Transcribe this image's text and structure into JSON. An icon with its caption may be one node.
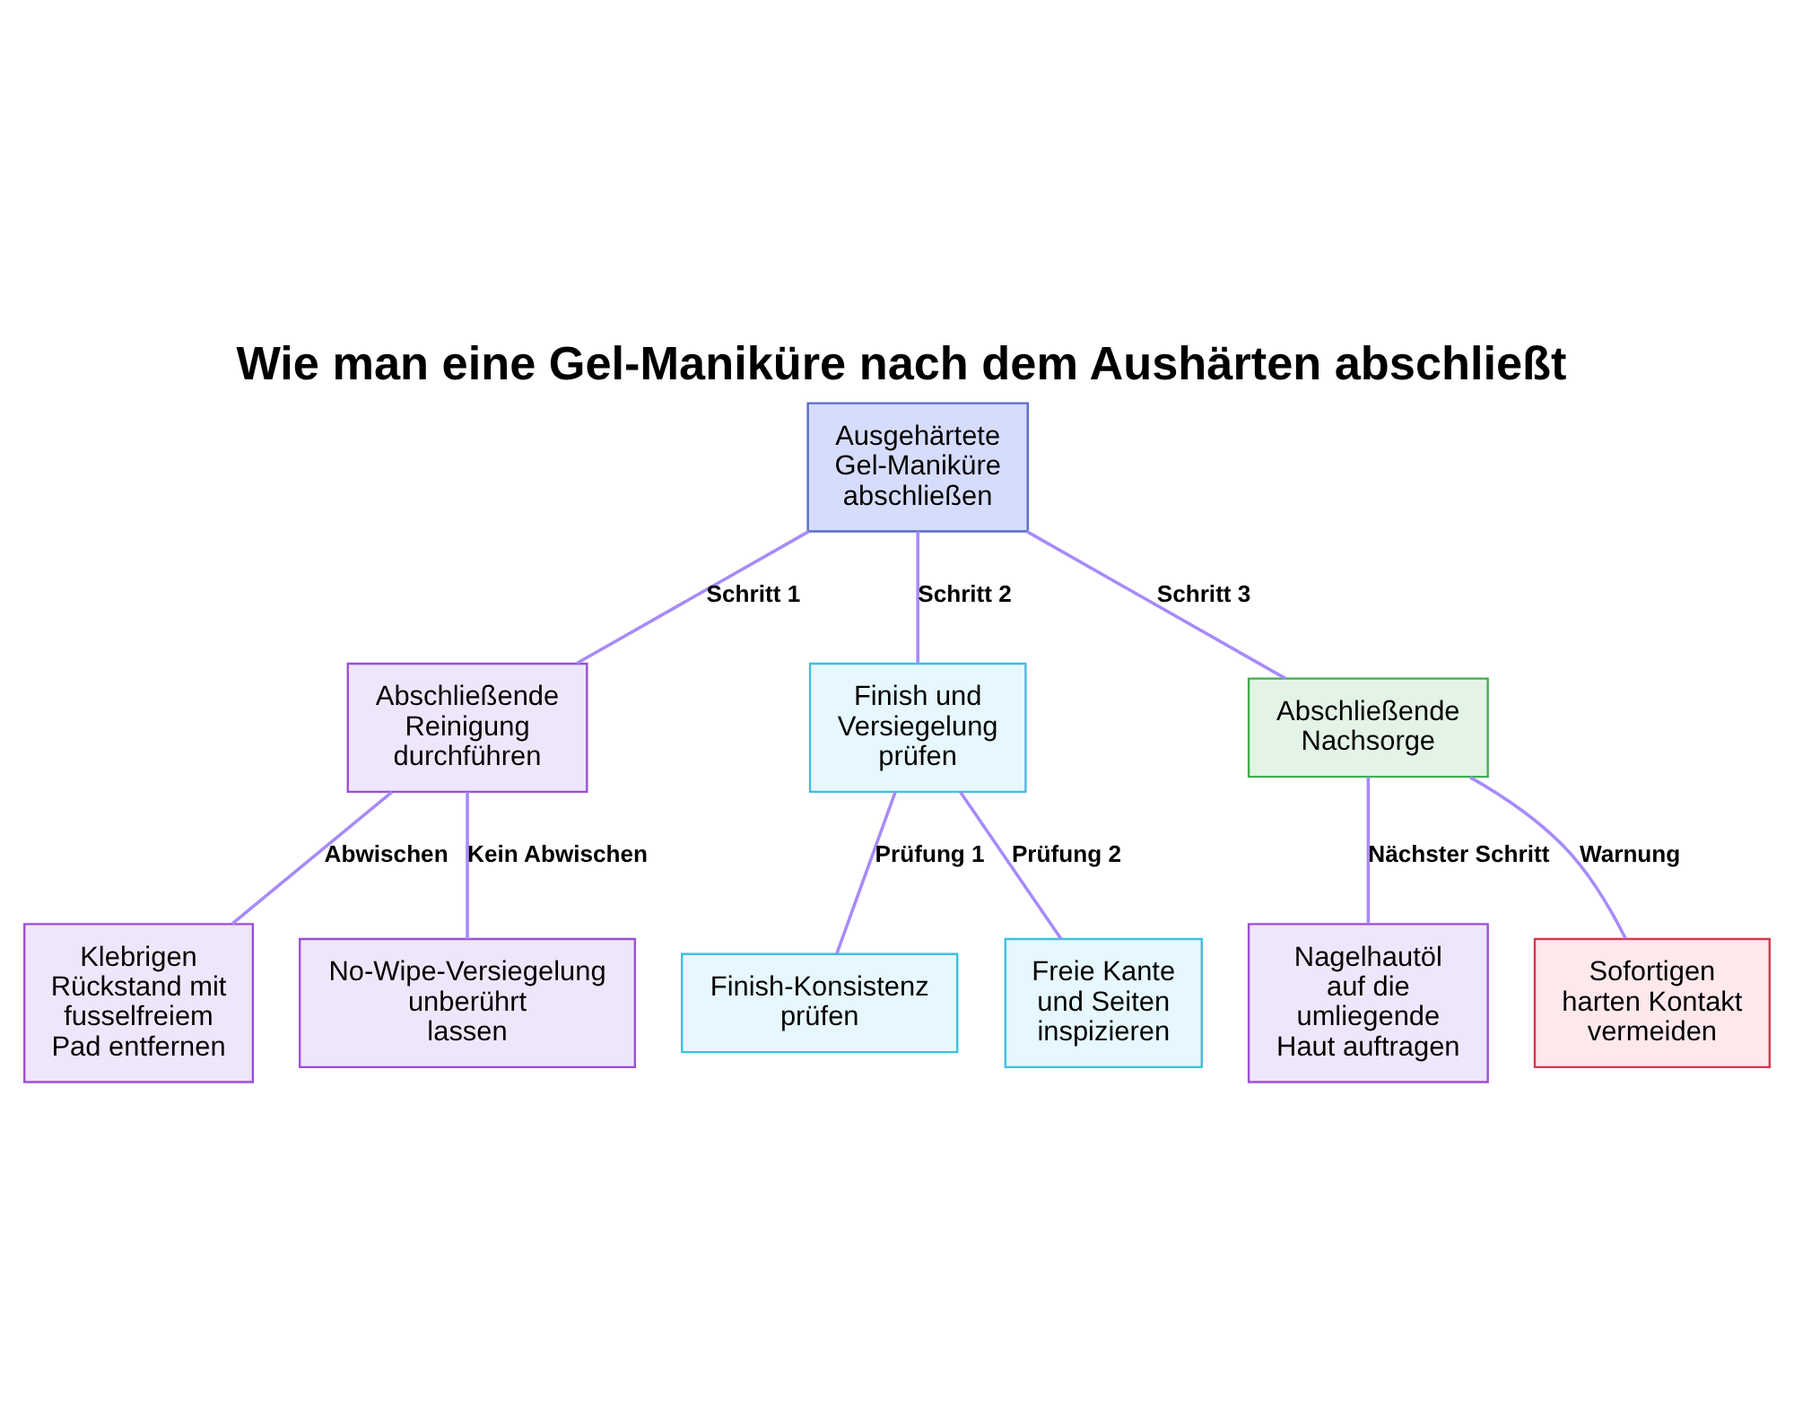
{
  "diagram": {
    "title": "Wie man eine Gel-Maniküre nach dem Aushärten abschließt",
    "nodes": [
      {
        "text": [
          "Ausgehärtete Gel-Maniküre abschließen"
        ]
      },
      {
        "text": [
          "Abschließende Reinigung durchführen"
        ]
      },
      {
        "text": [
          "Finish und Versiegelung prüfen"
        ]
      },
      {
        "text": [
          "Abschließende Nachsorge"
        ]
      },
      {
        "text": [
          "Klebrigen Rückstand mit fusselfreiem Pad entfernen"
        ]
      },
      {
        "text": [
          "No-Wipe-Versiegelung unberührt lassen"
        ]
      },
      {
        "text": [
          "Finish-Konsistenz prüfen"
        ]
      },
      {
        "text": [
          "Freie Kante und Seiten inspizieren"
        ]
      },
      {
        "text": [
          "Nagelhautöl auf die umliegende Haut auftragen"
        ]
      },
      {
        "text": [
          "Sofortigen harten Kontakt vermeiden"
        ]
      }
    ],
    "edges": [
      {
        "from": 0,
        "to": 1,
        "arrow": "none",
        "label": "Schritt 1"
      },
      {
        "from": 0,
        "to": 2,
        "arrow": "none",
        "label": "Schritt 2"
      },
      {
        "from": 0,
        "to": 3,
        "arrow": "none",
        "label": "Schritt 3"
      },
      {
        "from": 1,
        "to": 4,
        "arrow": "none",
        "label": "Abwischen"
      },
      {
        "from": 1,
        "to": 5,
        "arrow": "none",
        "label": "Kein Abwischen"
      },
      {
        "from": 2,
        "to": 6,
        "arrow": "none",
        "label": "Prüfung 1"
      },
      {
        "from": 2,
        "to": 7,
        "arrow": "none",
        "label": "Prüfung 2"
      },
      {
        "from": 3,
        "to": 8,
        "arrow": "none",
        "label": "Nächster Schritt"
      },
      {
        "from": 3,
        "to": 9,
        "arrow": "none",
        "label": "Warnung"
      }
    ]
  }
}
